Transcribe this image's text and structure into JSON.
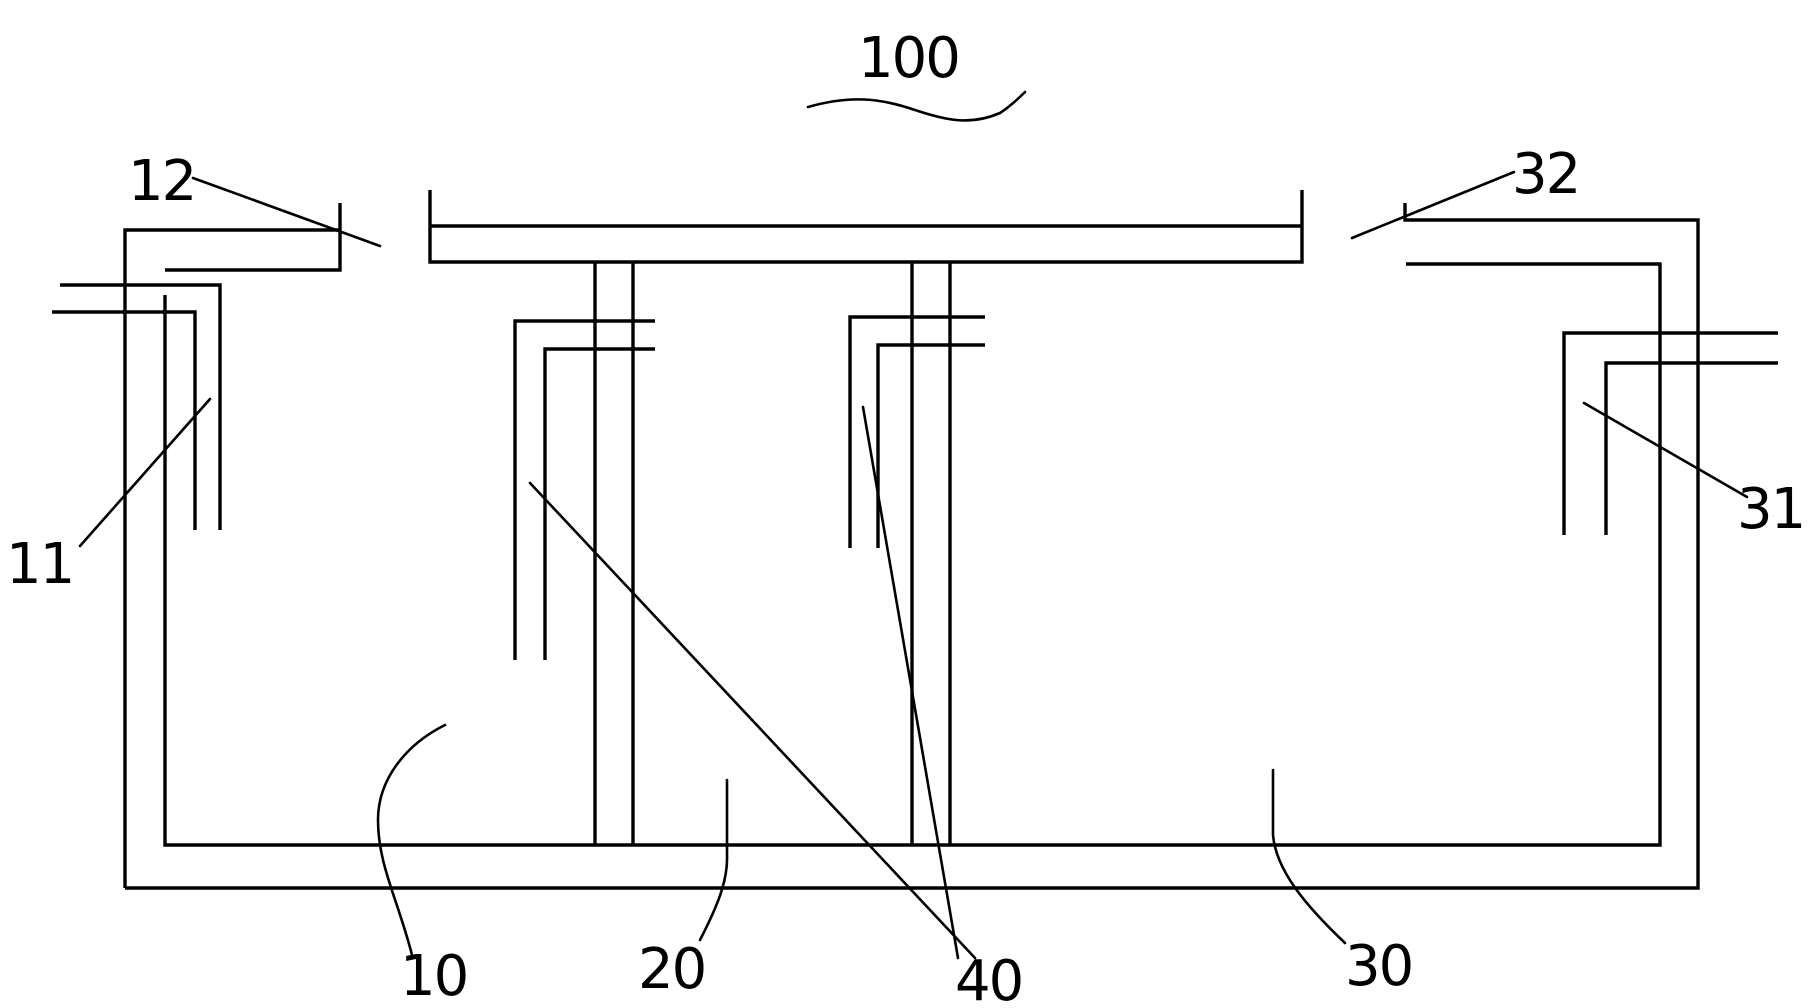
{
  "figure": {
    "labels": {
      "device": "100",
      "inlet_pipe": "11",
      "inlet_opening": "12",
      "chamber_first": "10",
      "chamber_second": "20",
      "chamber_third": "30",
      "outlet_pipe": "31",
      "outlet_opening": "32",
      "pipes": "40"
    },
    "line_color": "#000000",
    "background_color": "#ffffff"
  }
}
